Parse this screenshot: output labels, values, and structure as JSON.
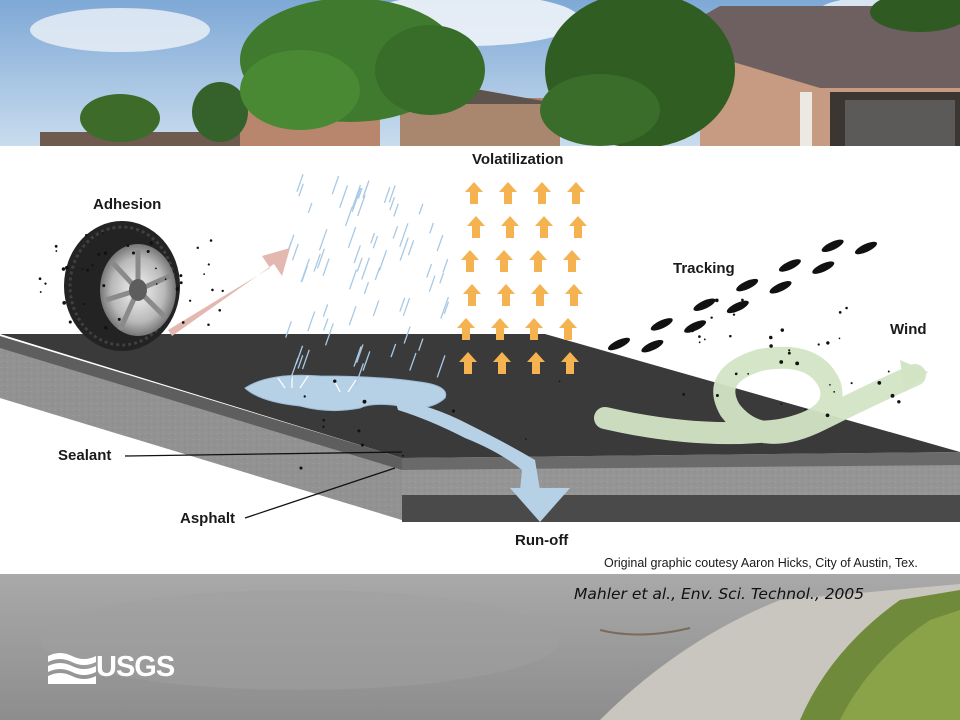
{
  "diagram": {
    "labels": {
      "adhesion": "Adhesion",
      "volatilization": "Volatilization",
      "tracking": "Tracking",
      "wind": "Wind",
      "sealant": "Sealant",
      "asphalt": "Asphalt",
      "runoff": "Run-off"
    },
    "credit": "Original graphic coutesy Aaron Hicks, City of Austin, Tex."
  },
  "citation": "Mahler et al., Env. Sci. Technol., 2005",
  "logo": {
    "text": "USGS",
    "icon": "usgs-wave-icon"
  },
  "colors": {
    "sealant": "#3a3a3a",
    "asphalt": "#8c8c8c",
    "water": "#b6d0e6",
    "volatilization_arrow": "#f5b251",
    "adhesion_arrow": "#e3b8b0",
    "wind_arrow": "#d3e4c5"
  }
}
